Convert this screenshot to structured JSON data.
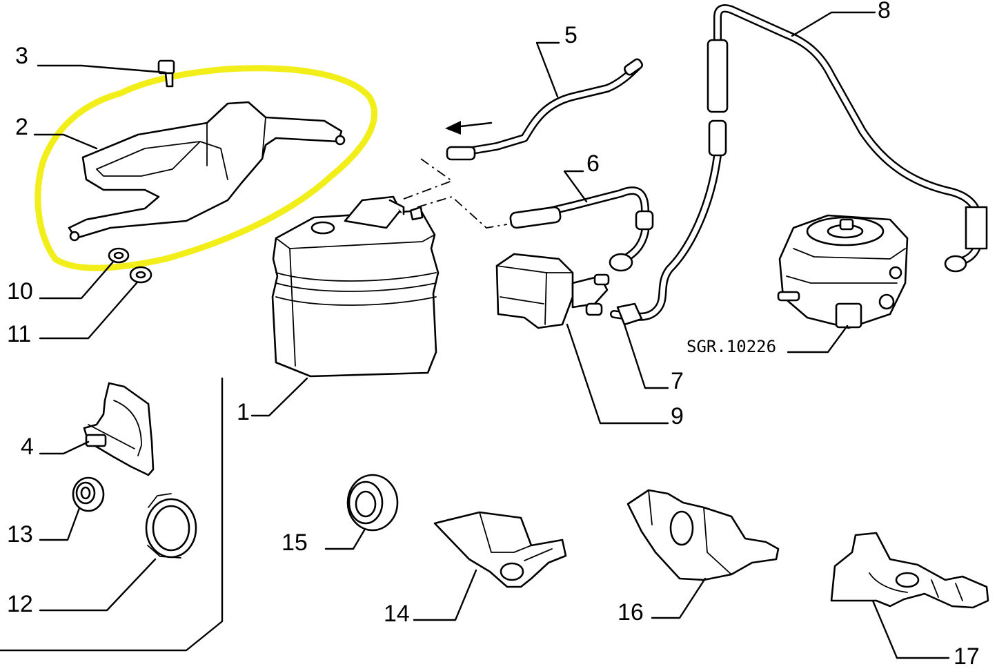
{
  "diagram": {
    "reference_code": "SGR.10226",
    "highlight_color": "#f2ee1a",
    "callouts": [
      {
        "id": "c1",
        "label": "1"
      },
      {
        "id": "c2",
        "label": "2"
      },
      {
        "id": "c3",
        "label": "3"
      },
      {
        "id": "c4",
        "label": "4"
      },
      {
        "id": "c5",
        "label": "5"
      },
      {
        "id": "c6",
        "label": "6"
      },
      {
        "id": "c7",
        "label": "7"
      },
      {
        "id": "c8",
        "label": "8"
      },
      {
        "id": "c9",
        "label": "9"
      },
      {
        "id": "c10",
        "label": "10"
      },
      {
        "id": "c11",
        "label": "11"
      },
      {
        "id": "c12",
        "label": "12"
      },
      {
        "id": "c13",
        "label": "13"
      },
      {
        "id": "c14",
        "label": "14"
      },
      {
        "id": "c15",
        "label": "15"
      },
      {
        "id": "c16",
        "label": "16"
      },
      {
        "id": "c17",
        "label": "17"
      }
    ]
  }
}
